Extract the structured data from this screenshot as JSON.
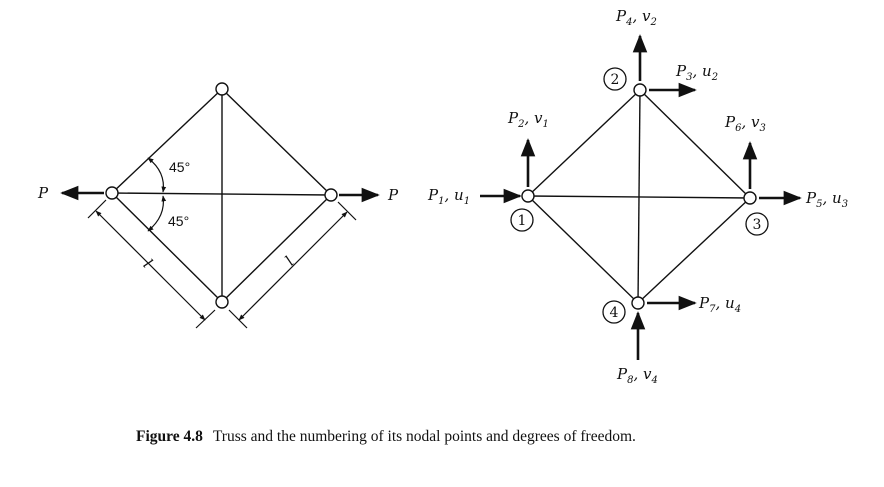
{
  "left_figure": {
    "load_left": "P",
    "load_right": "P",
    "angle_upper": "45°",
    "angle_lower": "45°",
    "dim_left": "l",
    "dim_right": "l"
  },
  "right_figure": {
    "nodes": [
      {
        "number": "1"
      },
      {
        "number": "2"
      },
      {
        "number": "3"
      },
      {
        "number": "4"
      }
    ],
    "dof_labels": [
      {
        "p": "P",
        "p_sub": "1",
        "d": "u",
        "d_sub": "1"
      },
      {
        "p": "P",
        "p_sub": "2",
        "d": "v",
        "d_sub": "1"
      },
      {
        "p": "P",
        "p_sub": "3",
        "d": "u",
        "d_sub": "2"
      },
      {
        "p": "P",
        "p_sub": "4",
        "d": "v",
        "d_sub": "2"
      },
      {
        "p": "P",
        "p_sub": "5",
        "d": "u",
        "d_sub": "3"
      },
      {
        "p": "P",
        "p_sub": "6",
        "d": "v",
        "d_sub": "3"
      },
      {
        "p": "P",
        "p_sub": "7",
        "d": "u",
        "d_sub": "4"
      },
      {
        "p": "P",
        "p_sub": "8",
        "d": "v",
        "d_sub": "4"
      }
    ]
  },
  "caption": {
    "figure_label": "Figure 4.8",
    "text": "Truss and the numbering of its nodal points and degrees of freedom."
  }
}
